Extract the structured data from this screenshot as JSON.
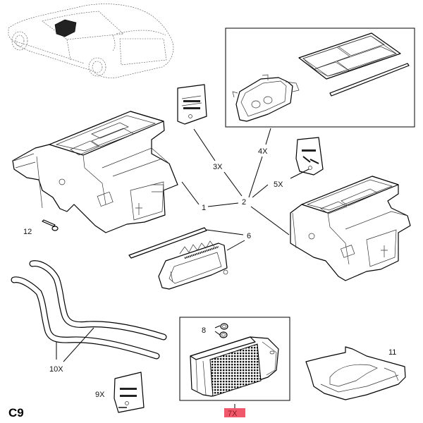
{
  "diagram": {
    "section_code": "C9",
    "subject": "Heater and ventilation housing, exploded view",
    "highlight_color": "#f0596b",
    "callouts": [
      {
        "id": "1",
        "label": "1",
        "part": "heater-housing"
      },
      {
        "id": "2",
        "label": "2",
        "part": "housing-assembly-group"
      },
      {
        "id": "3",
        "label": "3X",
        "part": "fastener-kit-bag"
      },
      {
        "id": "4",
        "label": "4X",
        "part": "seal-and-gasket-kit"
      },
      {
        "id": "5",
        "label": "5X",
        "part": "fastener-kit-bag"
      },
      {
        "id": "6",
        "label": "6",
        "part": "seal-strip-and-flap"
      },
      {
        "id": "7",
        "label": "7X",
        "part": "heater-core",
        "highlighted": true
      },
      {
        "id": "8",
        "label": "8",
        "part": "o-rings"
      },
      {
        "id": "9",
        "label": "9X",
        "part": "fastener-kit-bag"
      },
      {
        "id": "10",
        "label": "10X",
        "part": "heater-pipes"
      },
      {
        "id": "11",
        "label": "11",
        "part": "air-duct"
      },
      {
        "id": "12",
        "label": "12",
        "part": "screw"
      }
    ]
  }
}
